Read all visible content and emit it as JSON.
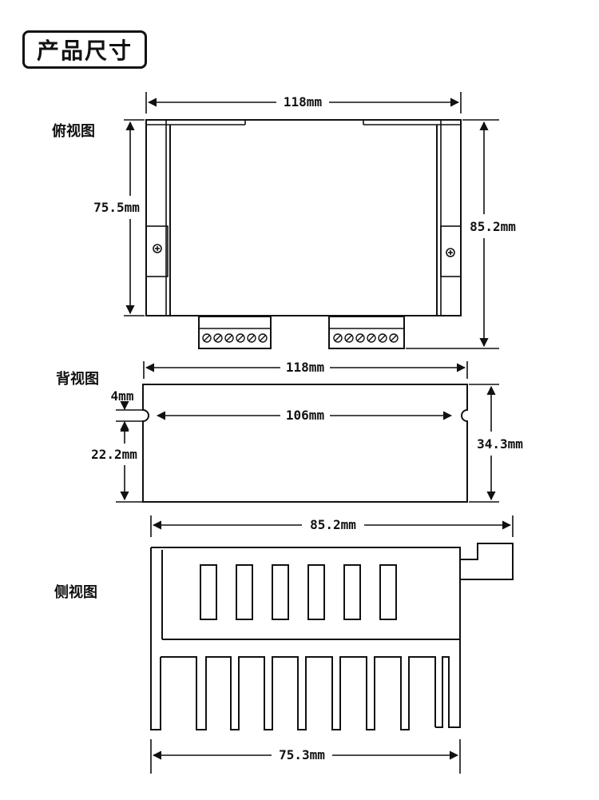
{
  "title": "产品尺寸",
  "views": {
    "top": {
      "label": "俯视图",
      "width": "118mm",
      "height_inner": "75.5mm",
      "height_total": "85.2mm",
      "terminal_blocks": 2,
      "screws_per_block": 6
    },
    "back": {
      "label": "背视图",
      "width": "118mm",
      "slot_offset": "4mm",
      "slot_spacing": "106mm",
      "height_lower": "22.2mm",
      "height_total": "34.3mm"
    },
    "side": {
      "label": "侧视图",
      "width_top": "85.2mm",
      "width_bottom": "75.3mm",
      "window_count": 6,
      "fin_count": 8
    }
  }
}
